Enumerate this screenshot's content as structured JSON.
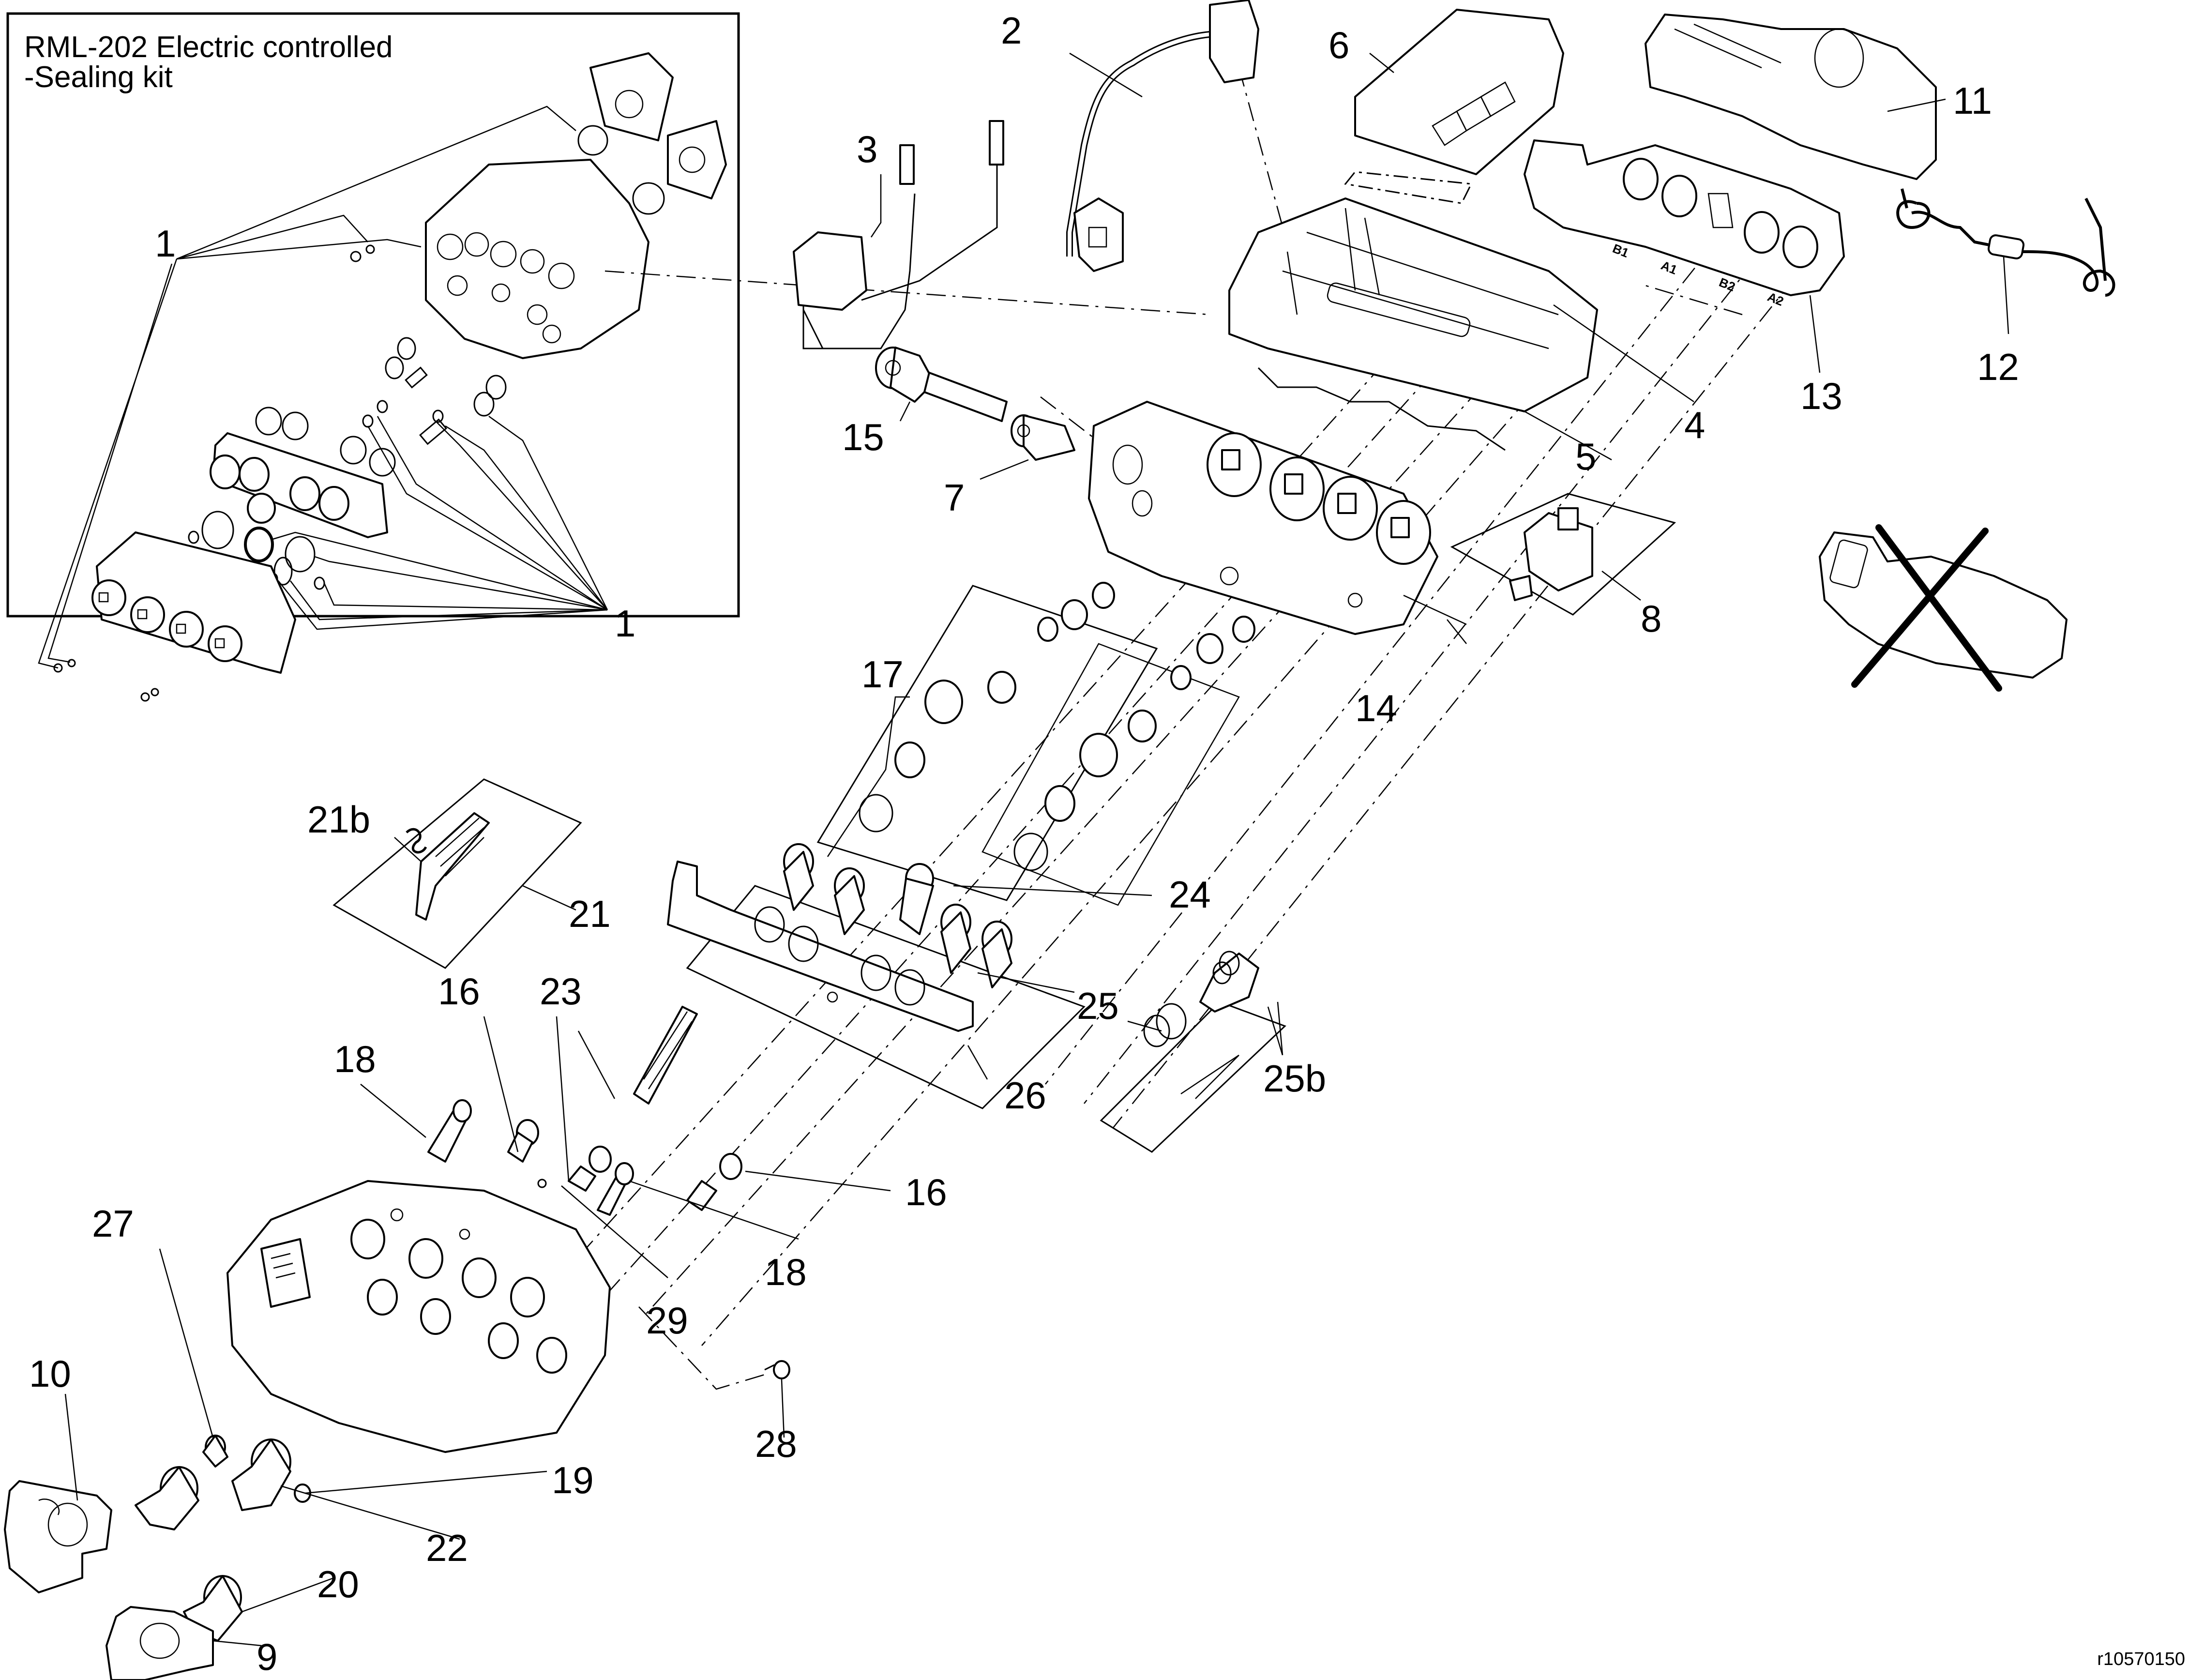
{
  "inset": {
    "title_line1": "RML-202 Electric controlled",
    "title_line2": "-Sealing kit",
    "callouts": [
      "1",
      "1"
    ]
  },
  "callouts": {
    "c2": "2",
    "c3": "3",
    "c4": "4",
    "c5": "5",
    "c6": "6",
    "c7": "7",
    "c8": "8",
    "c9": "9",
    "c10": "10",
    "c11": "11",
    "c12": "12",
    "c13": "13",
    "c14": "14",
    "c15": "15",
    "c16a": "16",
    "c16b": "16",
    "c17": "17",
    "c18a": "18",
    "c18b": "18",
    "c19": "19",
    "c20": "20",
    "c21": "21",
    "c21b": "21b",
    "c22": "22",
    "c23": "23",
    "c24": "24",
    "c25": "25",
    "c25b": "25b",
    "c26": "26",
    "c27": "27",
    "c28": "28",
    "c29": "29"
  },
  "stamps": {
    "port_b1": "B1",
    "port_a1": "A1",
    "port_b2": "B2",
    "port_a2": "A2"
  },
  "excluded_part_marker": "cross-icon",
  "reference_id": "r10570150"
}
